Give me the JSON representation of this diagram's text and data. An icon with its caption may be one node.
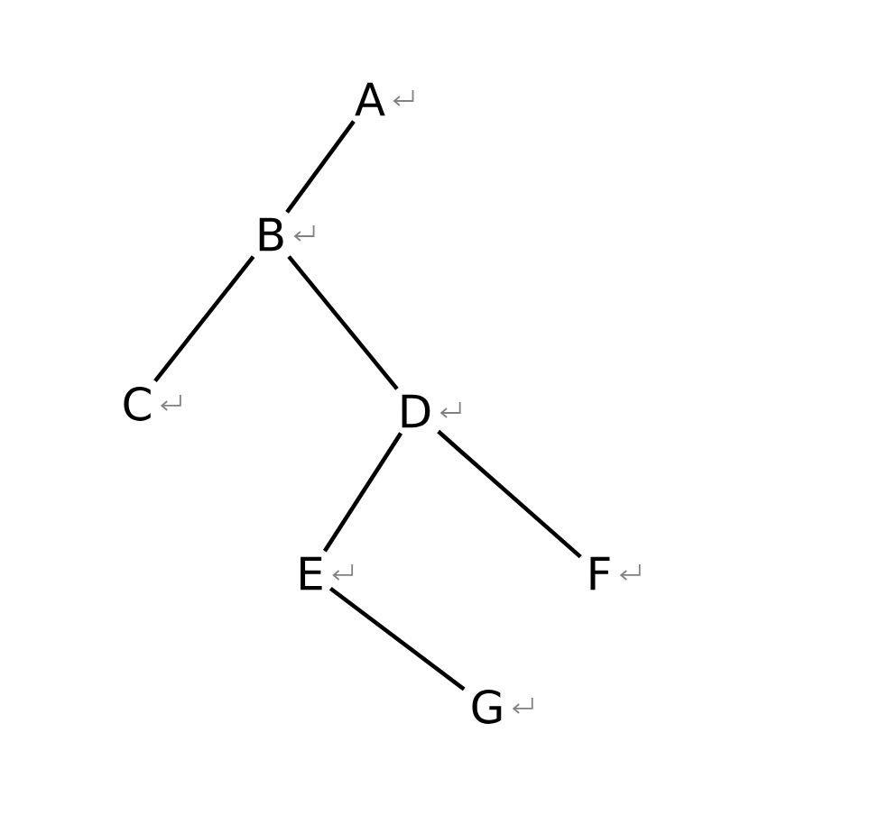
{
  "diagram": {
    "nodes": [
      {
        "text": [
          "A"
        ]
      },
      {
        "text": [
          "B"
        ]
      },
      {
        "text": [
          "C"
        ]
      },
      {
        "text": [
          "D"
        ]
      },
      {
        "text": [
          "E"
        ]
      },
      {
        "text": [
          "F"
        ]
      },
      {
        "text": [
          "G"
        ]
      }
    ],
    "edges": [
      {
        "from": 0,
        "to": 1,
        "arrow": "none"
      },
      {
        "from": 1,
        "to": 2,
        "arrow": "none"
      },
      {
        "from": 1,
        "to": 3,
        "arrow": "none"
      },
      {
        "from": 3,
        "to": 4,
        "arrow": "none"
      },
      {
        "from": 3,
        "to": 5,
        "arrow": "none"
      },
      {
        "from": 4,
        "to": 6,
        "arrow": "none"
      }
    ]
  }
}
